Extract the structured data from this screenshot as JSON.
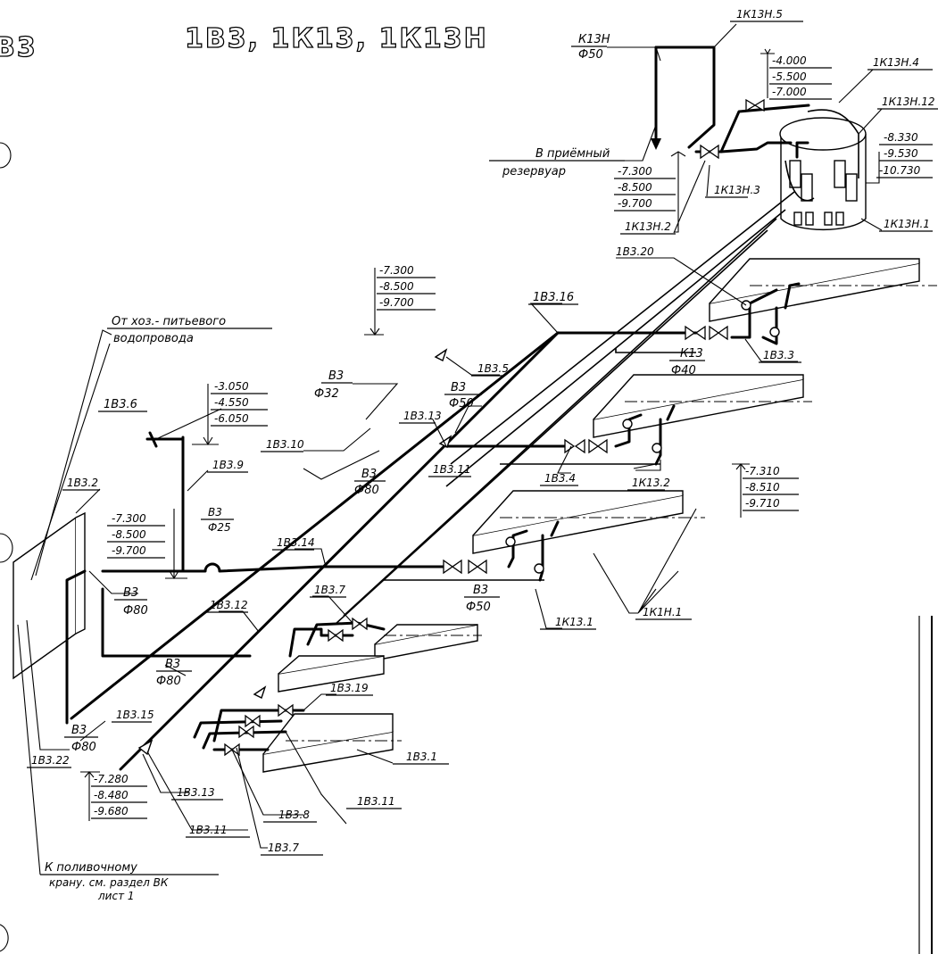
{
  "title": "1В3, 1К13, 1К13Н",
  "corner_title": "В3",
  "pipe_labels": [
    {
      "id": "B3_32",
      "name": "В3",
      "dia": "Ф32"
    },
    {
      "id": "B3_50a",
      "name": "В3",
      "dia": "Ф50"
    },
    {
      "id": "B3_80a",
      "name": "В3",
      "dia": "Ф80"
    },
    {
      "id": "B3_25",
      "name": "В3",
      "dia": "Ф25"
    },
    {
      "id": "B3_80b",
      "name": "В3",
      "dia": "Ф80"
    },
    {
      "id": "B3_50b",
      "name": "В3",
      "dia": "Ф50"
    },
    {
      "id": "B3_80c",
      "name": "В3",
      "dia": "Ф80"
    },
    {
      "id": "B3_80d",
      "name": "В3",
      "dia": "Ф80"
    },
    {
      "id": "K13_40",
      "name": "К13",
      "dia": "Ф40"
    },
    {
      "id": "K13H_50",
      "name": "К13Н",
      "dia": "Ф50"
    }
  ],
  "node_labels": {
    "n1": "1К13Н.5",
    "n2": "1К13Н.4",
    "n3": "1К13Н.12",
    "n4": "1К13Н.3",
    "n5": "1К13Н.2",
    "n6": "1К13Н.1",
    "n7": "1В3.20",
    "n8": "1В3.16",
    "n9": "1В3.3",
    "n10": "1В3.5",
    "n11": "1В3.13",
    "n12": "1В3.11",
    "n13": "1В3.4",
    "n14": "1К13.2",
    "n15": "1В3.6",
    "n16": "1В3.10",
    "n17": "1В3.9",
    "n18": "1В3.2",
    "n19": "1В3.14",
    "n20": "1В3.7",
    "n21": "1В3.12",
    "n22": "1К13.1",
    "n23": "1К1Н.1",
    "n24": "1В3.19",
    "n25": "1В3.15",
    "n26": "1В3.22",
    "n27": "1В3.1",
    "n28": "1В3.13",
    "n29": "1В3.11",
    "n30": "1В3.8",
    "n31": "1В3.11",
    "n32": "1В3.7"
  },
  "elevations": {
    "e1": [
      "-4.000",
      "-5.500",
      "-7.000"
    ],
    "e2": [
      "-8.330",
      "-9.530",
      "-10.730"
    ],
    "e3": [
      "-7.300",
      "-8.500",
      "-9.700"
    ],
    "e4": [
      "-7.300",
      "-8.500",
      "-9.700"
    ],
    "e5": [
      "-3.050",
      "-4.550",
      "-6.050"
    ],
    "e6": [
      "-7.300",
      "-8.500",
      "-9.700"
    ],
    "e7": [
      "-7.310",
      "-8.510",
      "-9.710"
    ],
    "e8": [
      "-7.280",
      "-8.480",
      "-9.680"
    ]
  },
  "notes": {
    "reservoir_1": "В приёмный",
    "reservoir_2": "резервуар",
    "supply_1": "От хоз.- питьевого",
    "supply_2": "водопровода",
    "tap_1": "К поливочному",
    "tap_2": "крану. см. раздел ВК",
    "tap_3": "лист 1"
  }
}
